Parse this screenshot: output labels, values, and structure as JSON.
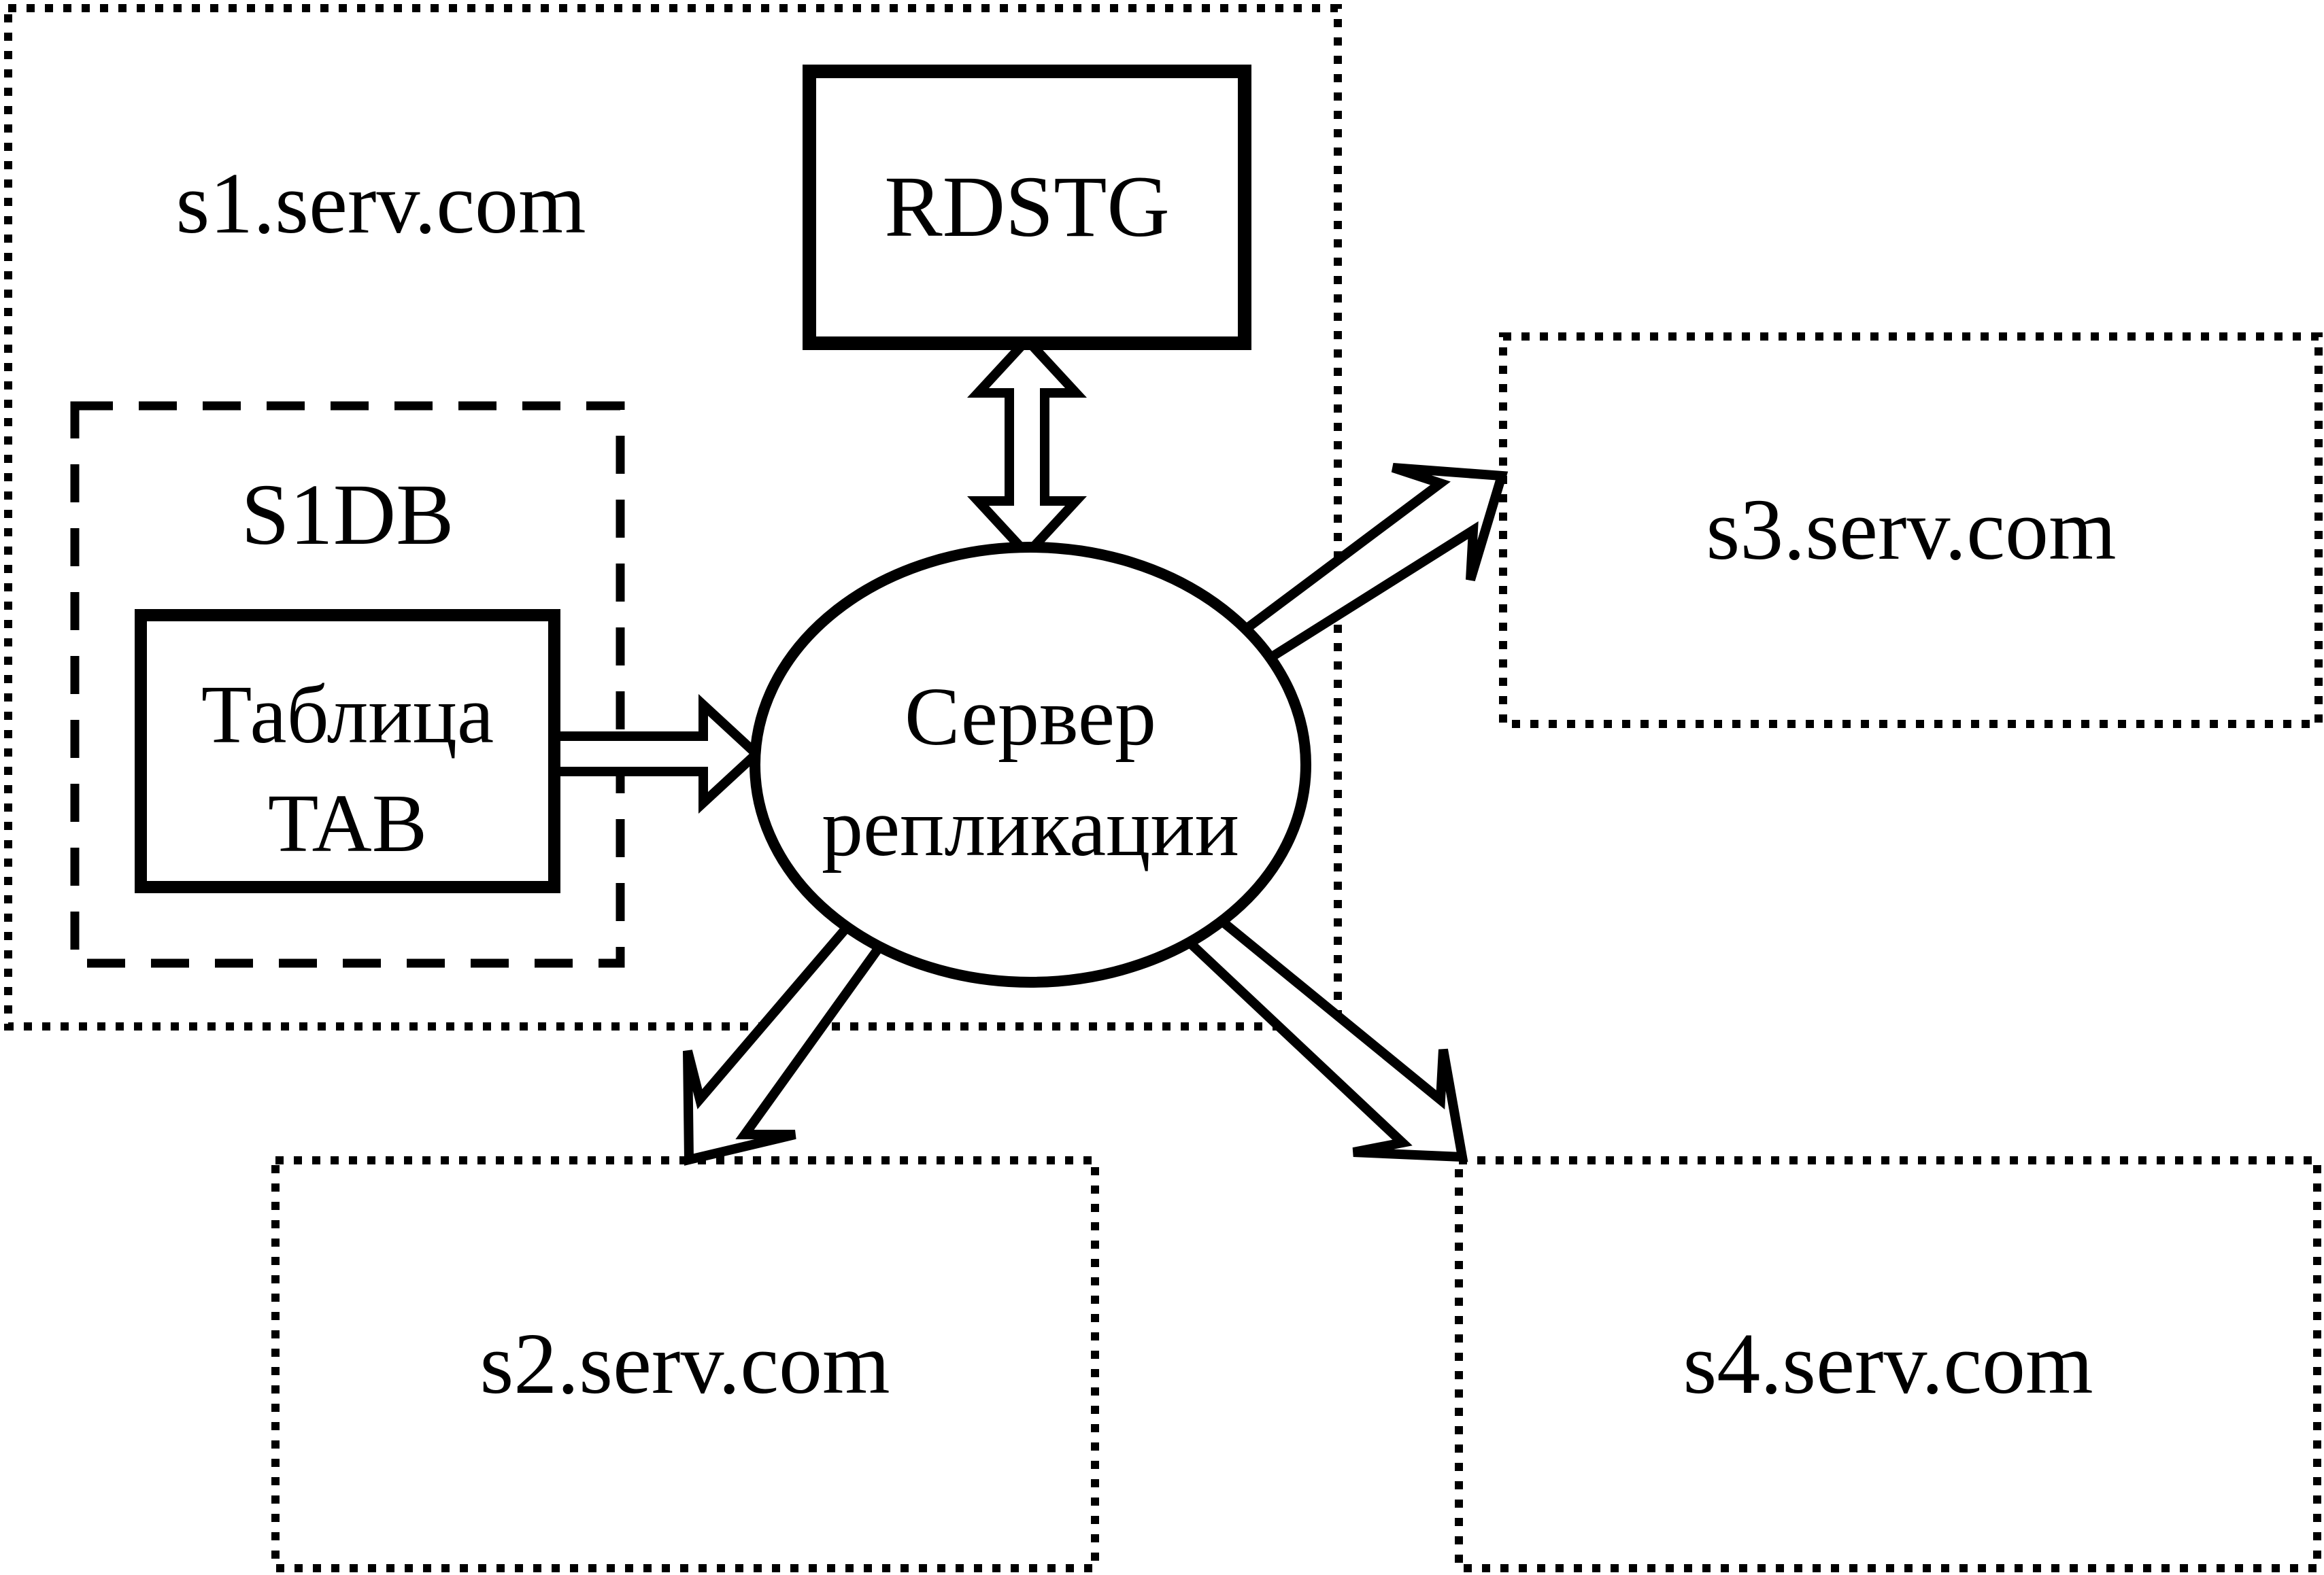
{
  "nodes": {
    "server1": {
      "label": "s1.serv.com",
      "shape": "dotted-rectangle"
    },
    "rdstg": {
      "label": "RDSTG",
      "shape": "solid-rectangle"
    },
    "s1db": {
      "label": "S1DB",
      "shape": "dashed-rectangle"
    },
    "table_tab": {
      "line1": "Таблица",
      "line2": "TAB",
      "shape": "solid-rectangle"
    },
    "replication_server": {
      "line1": "Сервер",
      "line2": "репликации",
      "shape": "ellipse"
    },
    "server2": {
      "label": "s2.serv.com",
      "shape": "dotted-rectangle"
    },
    "server3": {
      "label": "s3.serv.com",
      "shape": "dotted-rectangle"
    },
    "server4": {
      "label": "s4.serv.com",
      "shape": "dotted-rectangle"
    }
  },
  "connections": [
    {
      "from": "table_tab",
      "to": "replication_server",
      "type": "single-arrow"
    },
    {
      "from": "rdstg",
      "to": "replication_server",
      "type": "double-arrow"
    },
    {
      "from": "replication_server",
      "to": "server2",
      "type": "single-arrow"
    },
    {
      "from": "replication_server",
      "to": "server3",
      "type": "single-arrow"
    },
    {
      "from": "replication_server",
      "to": "server4",
      "type": "single-arrow"
    }
  ],
  "colors": {
    "stroke": "#000000",
    "background": "#ffffff"
  }
}
